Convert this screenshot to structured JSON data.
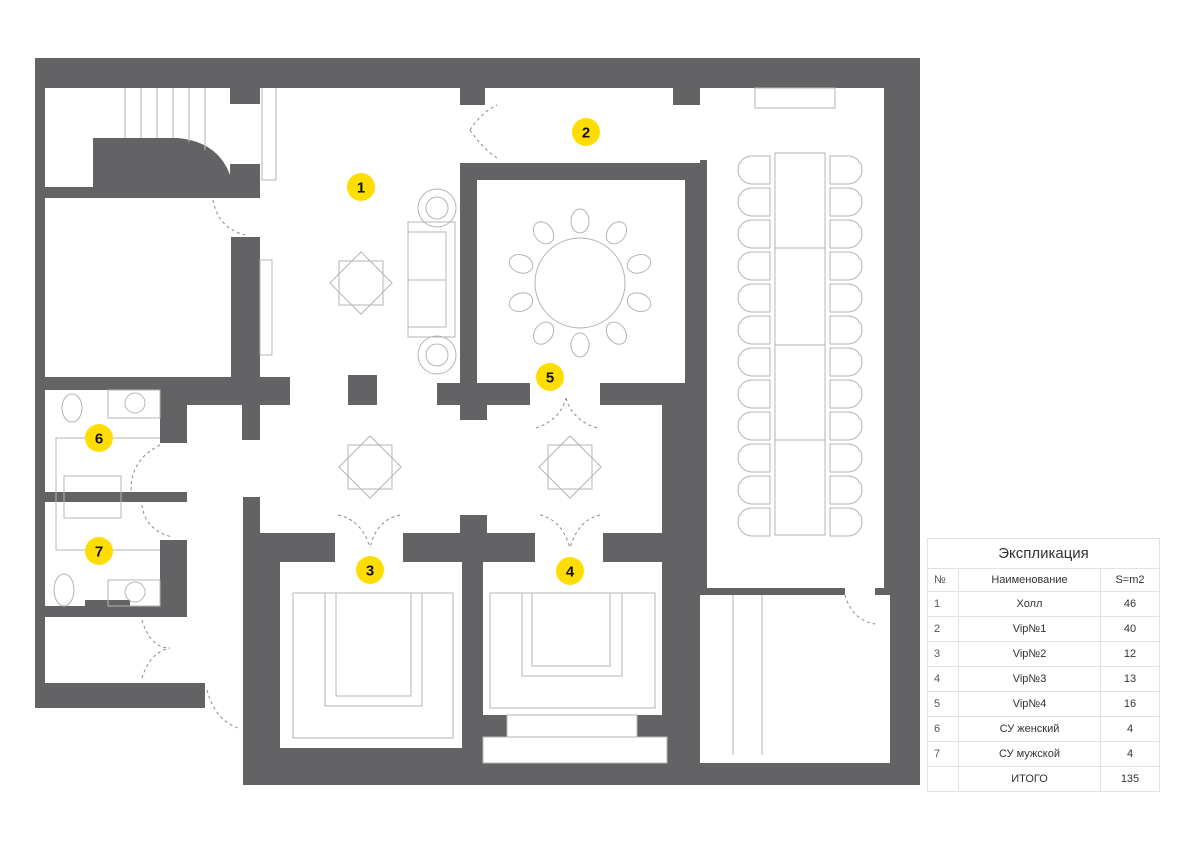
{
  "plan": {
    "rooms": [
      {
        "number": "1"
      },
      {
        "number": "2"
      },
      {
        "number": "3"
      },
      {
        "number": "4"
      },
      {
        "number": "5"
      },
      {
        "number": "6"
      },
      {
        "number": "7"
      }
    ],
    "colors": {
      "wall": "#636365",
      "badge": "#ffdd00",
      "furniture": "#b5b5b5"
    }
  },
  "explication": {
    "title": "Экспликация",
    "headers": {
      "no": "№",
      "name": "Наименование",
      "area": "S=m2"
    },
    "rows": [
      {
        "no": "1",
        "name": "Холл",
        "area": "46"
      },
      {
        "no": "2",
        "name": "Vip№1",
        "area": "40"
      },
      {
        "no": "3",
        "name": "Vip№2",
        "area": "12"
      },
      {
        "no": "4",
        "name": "Vip№3",
        "area": "13"
      },
      {
        "no": "5",
        "name": "Vip№4",
        "area": "16"
      },
      {
        "no": "6",
        "name": "СУ женский",
        "area": "4"
      },
      {
        "no": "7",
        "name": "СУ мужской",
        "area": "4"
      }
    ],
    "total": {
      "name": "ИТОГО",
      "area": "135"
    }
  }
}
